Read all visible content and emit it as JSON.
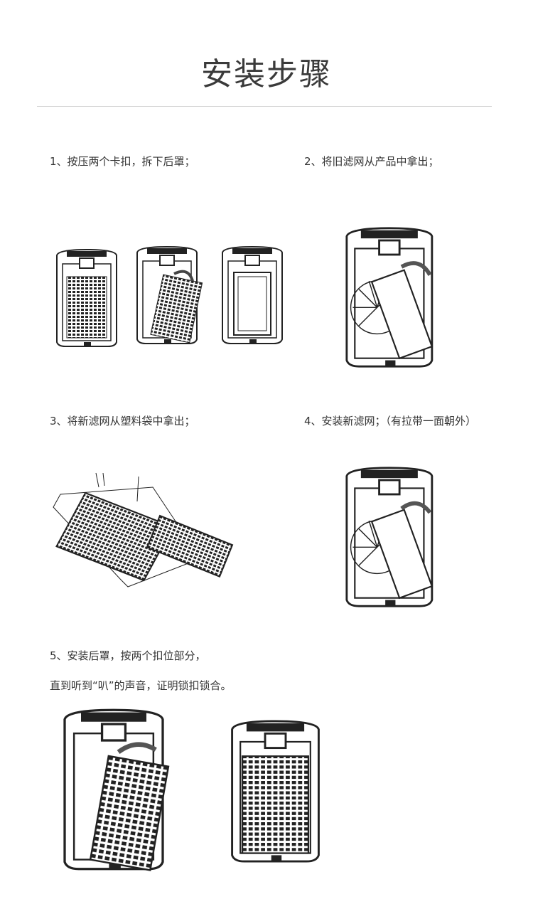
{
  "title": "安装步骤",
  "steps": [
    {
      "number": "1",
      "text": "1、按压两个卡扣，拆下后罩；"
    },
    {
      "number": "2",
      "text": "2、将旧滤网从产品中拿出；"
    },
    {
      "number": "3",
      "text": "3、将新滤网从塑料袋中拿出；"
    },
    {
      "number": "4",
      "text": "4、安装新滤网；（有拉带一面朝外）"
    },
    {
      "number": "5",
      "text": "5、安装后罩，按两个扣位部分，",
      "text2": "直到听到“叭”的声音，证明锁扣锁合。"
    }
  ]
}
